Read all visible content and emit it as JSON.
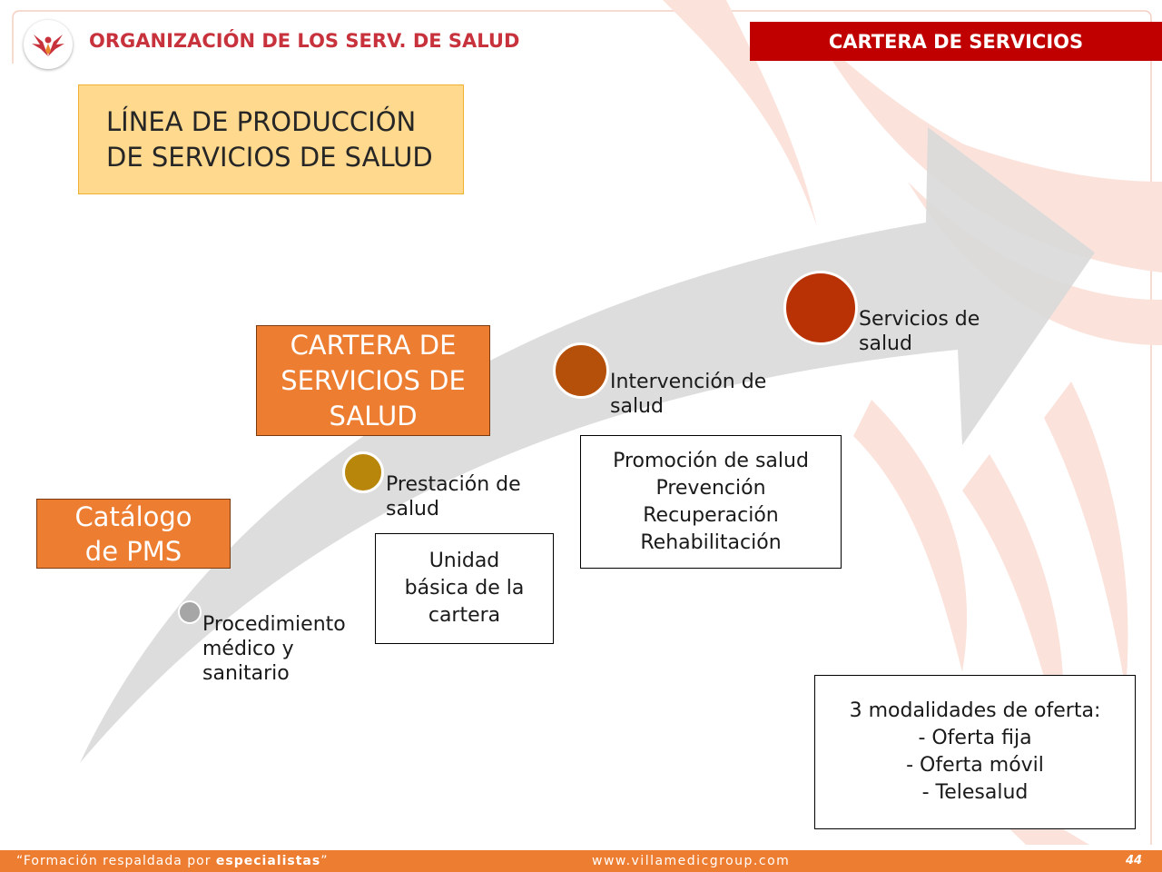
{
  "header": {
    "title": "ORGANIZACIÓN DE LOS SERV. DE SALUD",
    "badge": "CARTERA DE SERVICIOS"
  },
  "title_box": {
    "line1": "LÍNEA DE PRODUCCIÓN",
    "line2": "DE SERVICIOS DE SALUD"
  },
  "cartera_box": {
    "line1": "CARTERA DE",
    "line2": "SERVICIOS DE",
    "line3": "SALUD"
  },
  "catalogo_box": {
    "line1": "Catálogo",
    "line2": "de PMS"
  },
  "steps": [
    {
      "line1": "Procedimiento",
      "line2": "médico y",
      "line3": "sanitario"
    },
    {
      "line1": "Prestación de",
      "line2": "salud"
    },
    {
      "line1": "Intervención de",
      "line2": "salud"
    },
    {
      "line1": "Servicios de",
      "line2": "salud"
    }
  ],
  "unidad_box": {
    "line1": "Unidad",
    "line2": "básica de la",
    "line3": "cartera"
  },
  "promo_box": {
    "line1": "Promoción de salud",
    "line2": "Prevención",
    "line3": "Recuperación",
    "line4": "Rehabilitación"
  },
  "modal_box": {
    "line1": "3 modalidades de oferta:",
    "line2": "- Oferta fija",
    "line3": "- Oferta móvil",
    "line4": "- Telesalud"
  },
  "footer": {
    "slogan_prefix": "“Formación respaldada por ",
    "slogan_bold": "especialistas",
    "slogan_suffix": "”",
    "url": "www.villamedicgroup.com",
    "page": "44"
  },
  "colors": {
    "accent_red": "#c00000",
    "header_red": "#c8323c",
    "orange": "#ed7d31",
    "yellow_box": "#ffd98e"
  }
}
